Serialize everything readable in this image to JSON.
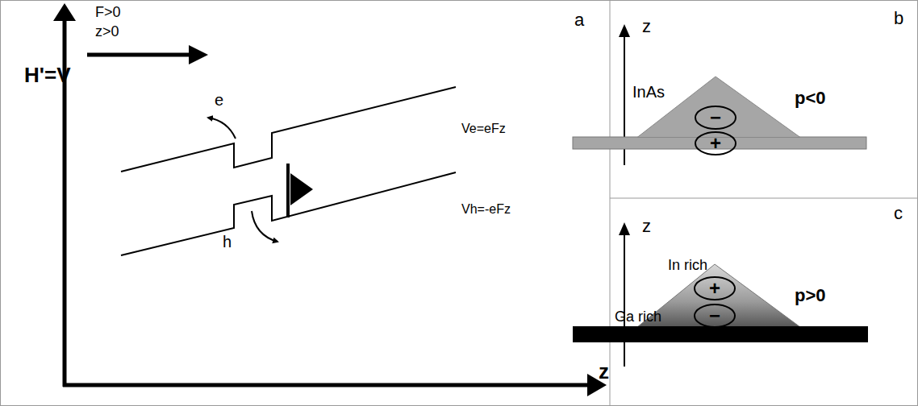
{
  "diagram": {
    "nodes": [
      {
        "text": [
          "−"
        ]
      },
      {
        "text": [
          "+"
        ]
      },
      {
        "text": [
          "+"
        ]
      },
      {
        "text": [
          "−"
        ]
      }
    ],
    "labels": [
      "H'=V",
      "F>0",
      "z>0",
      "e",
      "h",
      "Ve=eFz",
      "Vh=-eFz",
      "z",
      "a",
      "z",
      "InAs",
      "p<0",
      "b",
      "z",
      "In rich",
      "Ga rich",
      "p>0",
      "c"
    ]
  }
}
